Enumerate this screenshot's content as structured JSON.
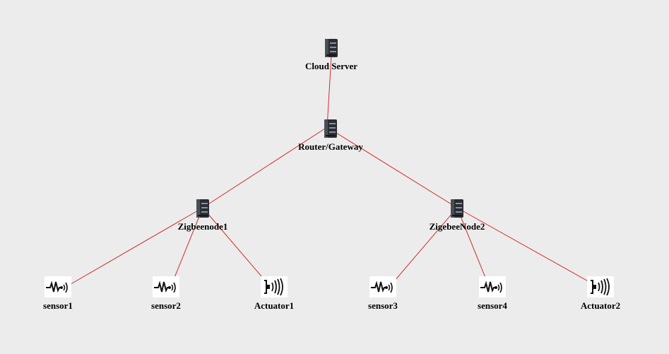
{
  "diagram": {
    "background": "#ececec",
    "link_color": "#d42b2b",
    "nodes": {
      "cloud": {
        "label": "Cloud Server",
        "icon": "server-icon"
      },
      "router": {
        "label": "Router/Gateway",
        "icon": "server-icon"
      },
      "zb1": {
        "label": "Zigbeenode1",
        "icon": "server-icon"
      },
      "zb2": {
        "label": "ZigebeeNode2",
        "icon": "server-icon"
      },
      "s1": {
        "label": "sensor1",
        "icon": "sensor-icon"
      },
      "s2": {
        "label": "sensor2",
        "icon": "sensor-icon"
      },
      "a1": {
        "label": "Actuator1",
        "icon": "actuator-icon"
      },
      "s3": {
        "label": "sensor3",
        "icon": "sensor-icon"
      },
      "s4": {
        "label": "sensor4",
        "icon": "sensor-icon"
      },
      "a2": {
        "label": "Actuator2",
        "icon": "actuator-icon"
      }
    },
    "links": [
      [
        "cloud",
        "router"
      ],
      [
        "router",
        "zb1"
      ],
      [
        "router",
        "zb2"
      ],
      [
        "zb1",
        "s1"
      ],
      [
        "zb1",
        "s2"
      ],
      [
        "zb1",
        "a1"
      ],
      [
        "zb2",
        "s3"
      ],
      [
        "zb2",
        "s4"
      ],
      [
        "zb2",
        "a2"
      ]
    ]
  }
}
